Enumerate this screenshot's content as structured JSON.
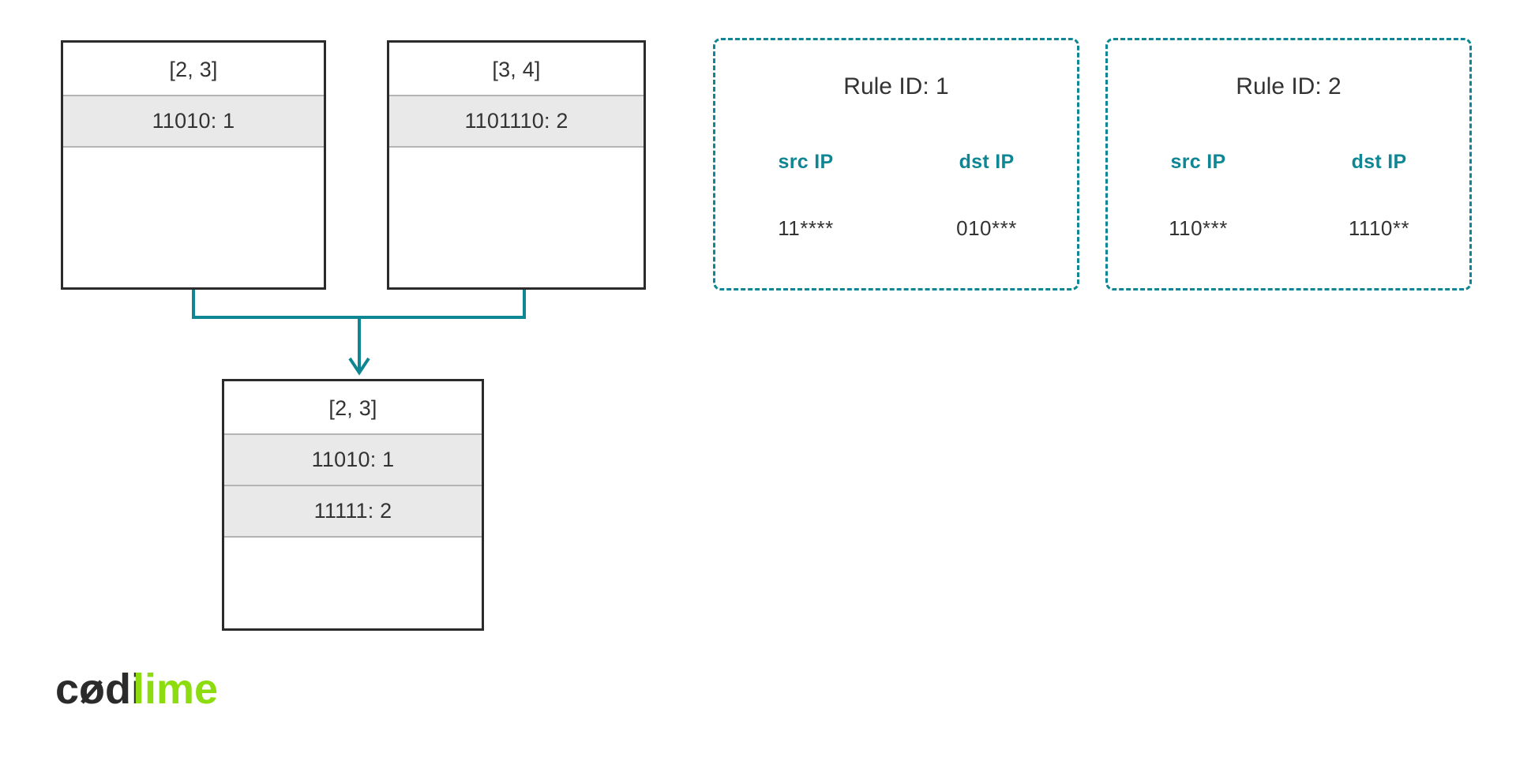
{
  "diagram": {
    "type": "hash-table-merge",
    "nodes": [
      {
        "id": "box-left",
        "header": "[2, 3]",
        "entries": [
          "11010: 1"
        ],
        "empty_slots": 2
      },
      {
        "id": "box-right",
        "header": "[3, 4]",
        "entries": [
          "1101110: 2"
        ],
        "empty_slots": 2
      },
      {
        "id": "box-result",
        "header": "[2, 3]",
        "entries": [
          "11010: 1",
          "11111: 2"
        ],
        "empty_slots": 1
      }
    ],
    "connector": {
      "kind": "merge-arrow",
      "from": [
        "box-left",
        "box-right"
      ],
      "to": "box-result",
      "color": "#0e8693"
    }
  },
  "rules": [
    {
      "title": "Rule ID: 1",
      "fields": [
        {
          "label": "src IP",
          "value": "11****"
        },
        {
          "label": "dst IP",
          "value": "010***"
        }
      ]
    },
    {
      "title": "Rule ID: 2",
      "fields": [
        {
          "label": "src IP",
          "value": "110***"
        },
        {
          "label": "dst IP",
          "value": "1110**"
        }
      ]
    }
  ],
  "brand": {
    "name": "codilime",
    "part_dark": "codi",
    "part_accent": "lime",
    "color_dark": "#2b2b2b",
    "color_accent": "#8cdc10"
  },
  "colors": {
    "accent_teal": "#0e8693",
    "border_dark": "#2b2b2b",
    "row_gray": "#e9e9e9",
    "row_divider": "#b4b4b4",
    "background": "#ffffff"
  }
}
